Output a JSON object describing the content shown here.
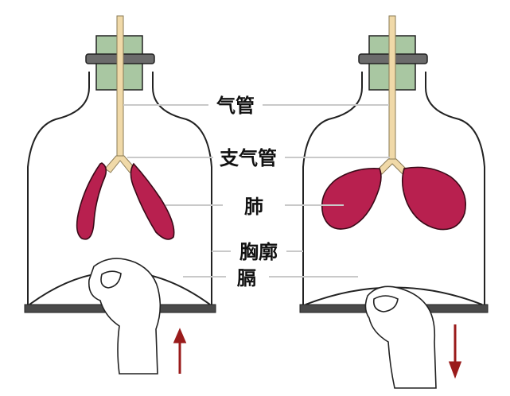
{
  "labels": {
    "trachea": "气管",
    "bronchus": "支气管",
    "lung": "肺",
    "thorax": "胸廓",
    "diaphragm": "膈"
  },
  "panels": [
    {
      "state": "diaphragm-pushed-up",
      "arrow": "up"
    },
    {
      "state": "diaphragm-pulled-down",
      "arrow": "down"
    }
  ],
  "colors": {
    "lung": "#b8204f",
    "stopper": "#a9c7a2",
    "tube": "#f0d9a8",
    "arrow": "#9a1b1b"
  }
}
